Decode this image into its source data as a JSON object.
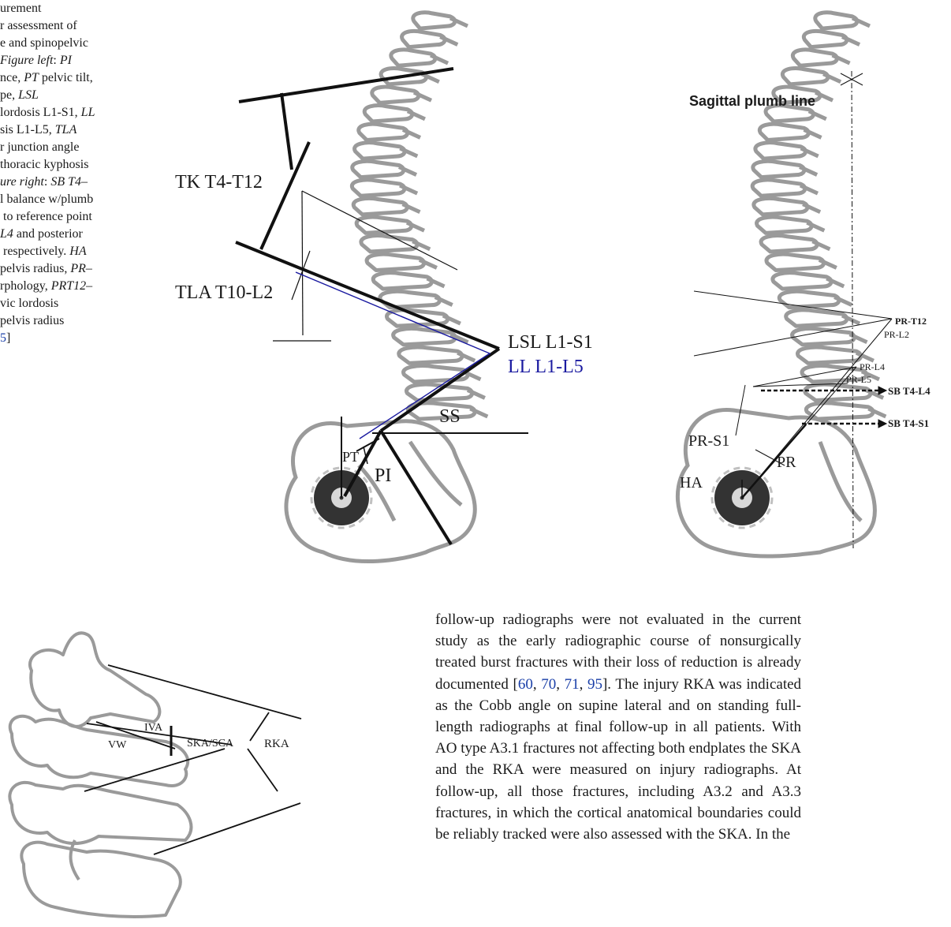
{
  "caption": {
    "lines": [
      [
        {
          "t": "urement"
        }
      ],
      [
        {
          "t": "r assessment of"
        }
      ],
      [
        {
          "t": "e and spinopelvic"
        }
      ],
      [
        {
          "t": "Figure left",
          "i": true
        },
        {
          "t": ": "
        },
        {
          "t": "PI",
          "i": true
        }
      ],
      [
        {
          "t": "nce, "
        },
        {
          "t": "PT",
          "i": true
        },
        {
          "t": " pelvic tilt,"
        }
      ],
      [
        {
          "t": "pe, "
        },
        {
          "t": "LSL",
          "i": true
        }
      ],
      [
        {
          "t": "lordosis L1-S1, "
        },
        {
          "t": "LL",
          "i": true
        }
      ],
      [
        {
          "t": "sis L1-L5, "
        },
        {
          "t": "TLA",
          "i": true
        }
      ],
      [
        {
          "t": "r junction angle"
        }
      ],
      [
        {
          "t": "thoracic kyphosis"
        }
      ],
      [
        {
          "t": "ure right",
          "i": true
        },
        {
          "t": ": "
        },
        {
          "t": "SB T4–",
          "i": true
        }
      ],
      [
        {
          "t": "l balance w/plumb"
        }
      ],
      [
        {
          "t": " to reference point"
        }
      ],
      [
        {
          "t": "L4",
          "i": true
        },
        {
          "t": " and posterior"
        }
      ],
      [
        {
          "t": " respectively. "
        },
        {
          "t": "HA",
          "i": true
        }
      ],
      [
        {
          "t": "pelvis radius, "
        },
        {
          "t": "PR–",
          "i": true
        }
      ],
      [
        {
          "t": "rphology, "
        },
        {
          "t": "PRT12–",
          "i": true
        }
      ],
      [
        {
          "t": "vic lordosis"
        }
      ],
      [
        {
          "t": "pelvis radius"
        }
      ],
      [
        {
          "t": "5",
          "c": true
        },
        {
          "t": "]"
        }
      ]
    ]
  },
  "figure_left": {
    "labels": {
      "tk": "TK T4-T12",
      "tla": "TLA T10-L2",
      "lsl": "LSL L1-S1",
      "ll": "LL L1-L5",
      "ss": "SS",
      "pi": "PI",
      "pt": "PT"
    }
  },
  "figure_right": {
    "labels": {
      "plumb": "Sagittal plumb line",
      "pr_t12": "PR-T12",
      "pr_l2": "PR-L2",
      "pr_l4": "PR-L4",
      "pr_l5": "PR-L5",
      "sb_t4_l4": "SB T4-L4",
      "sb_t4_s1": "SB T4-S1",
      "pr_s1": "PR-S1",
      "pr": "PR",
      "ha": "HA"
    }
  },
  "figure_lower": {
    "labels": {
      "iva": "IVA",
      "vw": "VW",
      "ska": "SKA/SCA",
      "rka": "RKA"
    }
  },
  "body": {
    "segments": [
      {
        "t": "follow-up radiographs were not evaluated in the current study as the early radiographic course of nonsurgically treated burst fractures with their loss of reduction is already documented ["
      },
      {
        "t": "60",
        "c": true
      },
      {
        "t": ", "
      },
      {
        "t": "70",
        "c": true
      },
      {
        "t": ", "
      },
      {
        "t": "71",
        "c": true
      },
      {
        "t": ", "
      },
      {
        "t": "95",
        "c": true
      },
      {
        "t": "]. The injury RKA was indicated as the Cobb angle on supine lateral and on standing full-length radiographs at final follow-up in all patients. With AO type A3.1 fractures not affecting both endplates the SKA and the RKA were measured on injury radiographs. At follow-up, all those fractures, including A3.2 and A3.3 fractures, in which the cortical anatomical boundaries could be reliably tracked were also assessed with the SKA. In the"
      }
    ]
  },
  "colors": {
    "bone_outline": "#9a9a9a",
    "line": "#111111",
    "blue": "#1a1aa0",
    "citation": "#1a3fa8"
  }
}
